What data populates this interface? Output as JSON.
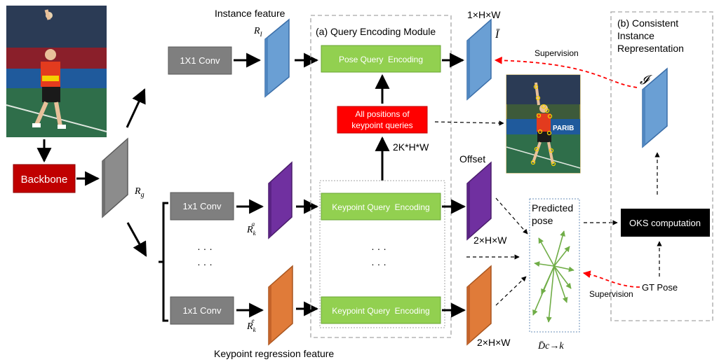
{
  "backbone": {
    "label": "Backbone"
  },
  "features": {
    "instance_label": "Instance feature",
    "keypoint_regression_label": "Keypoint regression feature",
    "r_i": "R_I",
    "r_g": "R_g",
    "r_k_a": "R_k^a",
    "r_k_e": "R_k^e"
  },
  "convs": {
    "top": "1X1 Conv",
    "mid": "1x1 Conv",
    "bottom": "1x1 Conv",
    "ellipsis": "· · ·"
  },
  "query_module": {
    "title": "(a) Query Encoding Module",
    "pose_query": "Pose Query  Encoding",
    "keypoint_query_1": "Keypoint Query  Encoding",
    "keypoint_query_2": "Keypoint Query  Encoding",
    "positions_line1": "All positions of",
    "positions_line2": "keypoint queries",
    "dim_2k": "2K*H*W",
    "ellipsis": "· · ·"
  },
  "outputs": {
    "dim_1hw": "1×H×W",
    "i_bar": "Ī",
    "offset": "Offset",
    "dim_2hw_mid": "2×H×W",
    "dim_2hw_bottom": "2×H×W",
    "predicted_line1": "Predicted",
    "predicted_line2": "pose",
    "d_bar": "D̄c→k"
  },
  "consistent": {
    "title_line1": "(b) Consistent",
    "title_line2": "Instance",
    "title_line3": "Representation",
    "i_cal": "𝓘",
    "oks": "OKS computation",
    "gt_pose": "GT Pose",
    "supervision_top": "Supervision",
    "supervision_bottom": "Supervision"
  },
  "colors": {
    "backbone_red": "#c00000",
    "conv_gray": "#7f7f7f",
    "query_green": "#92d050",
    "positions_red": "#ff0000",
    "feature_blue": "#6a9fd4",
    "feature_purple": "#7030a0",
    "feature_orange": "#e07b39",
    "feature_gray": "#8c8c8c",
    "oks_black": "#000000",
    "pose_green": "#70ad47",
    "supervision_red": "#ff0000"
  }
}
